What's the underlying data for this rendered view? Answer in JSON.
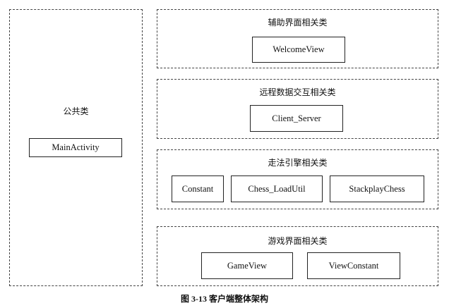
{
  "groups": {
    "public": {
      "title": "公共类",
      "classes": [
        "MainActivity"
      ]
    },
    "aux_ui": {
      "title": "辅助界面相关类",
      "classes": [
        "WelcomeView"
      ]
    },
    "remote": {
      "title": "远程数据交互相关类",
      "classes": [
        "Client_Server"
      ]
    },
    "engine": {
      "title": "走法引擎相关类",
      "classes": [
        "Constant",
        "Chess_LoadUtil",
        "StackplayChess"
      ]
    },
    "game_ui": {
      "title": "游戏界面相关类",
      "classes": [
        "GameView",
        "ViewConstant"
      ]
    }
  },
  "caption": {
    "label": "图",
    "number": "3-13",
    "text": "客户端整体架构"
  },
  "colors": {
    "border": "#444444",
    "text": "#111111",
    "background": "#ffffff"
  }
}
